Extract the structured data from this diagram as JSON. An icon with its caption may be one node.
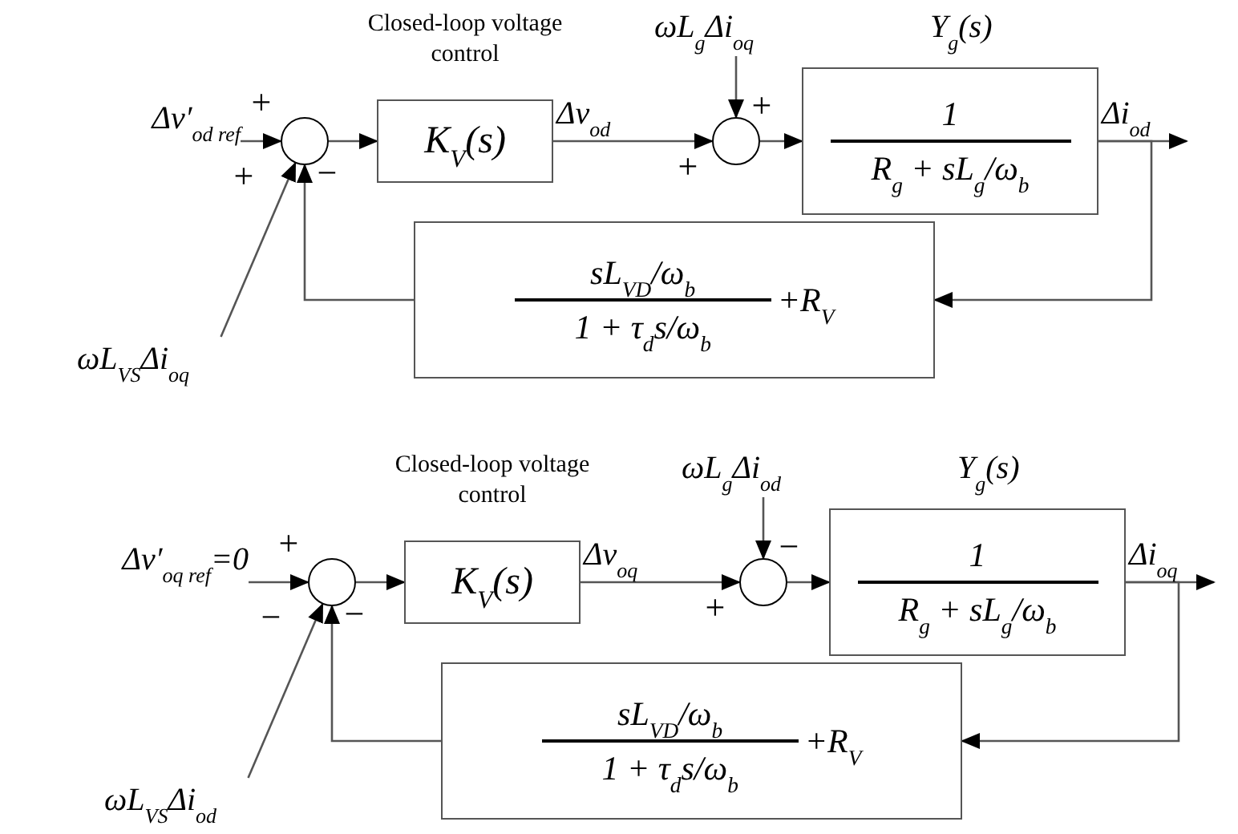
{
  "diagram": {
    "nodes": [
      {
        "text": [
          "Δv′$_{od ref}$"
        ]
      },
      {
        "text": [],
        "shape": "circle"
      },
      {
        "text": [
          "K$_{V}$(s)"
        ],
        "beside": [
          "Closed-loop voltage control"
        ]
      },
      {
        "text": [
          "ωL$_{g}$Δi$_{oq}$"
        ]
      },
      {
        "text": [],
        "shape": "circle"
      },
      {
        "text": [
          "Y$_{g}$(s)",
          "1",
          "R$_{g}$ + sL$_{g}$/ω$_{b}$"
        ]
      },
      {
        "text": [
          "sL$_{VD}$/ω$_{b}$",
          "1 + τ$_{d}$s/ω$_{b}$",
          "+R$_{V}$"
        ]
      },
      {
        "text": [
          "ωL$_{VS}$Δi$_{oq}$"
        ]
      },
      {
        "text": [
          "Δv′$_{oq ref}$=0"
        ]
      },
      {
        "text": [],
        "shape": "circle"
      },
      {
        "text": [
          "K$_{V}$(s)"
        ],
        "beside": [
          "Closed-loop voltage control"
        ]
      },
      {
        "text": [
          "ωL$_{g}$Δi$_{od}$"
        ]
      },
      {
        "text": [],
        "shape": "circle"
      },
      {
        "text": [
          "Y$_{g}$(s)",
          "1",
          "R$_{g}$ + sL$_{g}$/ω$_{b}$"
        ]
      },
      {
        "text": [
          "sL$_{VD}$/ω$_{b}$",
          "1 + τ$_{d}$s/ω$_{b}$",
          "+R$_{V}$"
        ]
      },
      {
        "text": [
          "ωL$_{VS}$Δi$_{od}$"
        ]
      }
    ],
    "edges": [
      {
        "from": 0,
        "to": 1,
        "arrow": "to"
      },
      {
        "from": 7,
        "to": 1,
        "arrow": "to"
      },
      {
        "from": 6,
        "to": 1,
        "arrow": "to"
      },
      {
        "from": 1,
        "to": 2,
        "arrow": "to"
      },
      {
        "from": 2,
        "to": 4,
        "arrow": "to",
        "label": "Δv$_{od}$"
      },
      {
        "from": 3,
        "to": 4,
        "arrow": "to"
      },
      {
        "from": 4,
        "to": 5,
        "arrow": "to"
      },
      {
        "from": 5,
        "to": null,
        "arrow": "to",
        "label": "Δi$_{od}$"
      },
      {
        "from": 5,
        "to": 6,
        "arrow": "to"
      },
      {
        "from": 8,
        "to": 9,
        "arrow": "to"
      },
      {
        "from": 15,
        "to": 9,
        "arrow": "to"
      },
      {
        "from": 14,
        "to": 9,
        "arrow": "to"
      },
      {
        "from": 9,
        "to": 10,
        "arrow": "to"
      },
      {
        "from": 10,
        "to": 12,
        "arrow": "to",
        "label": "Δv$_{oq}$"
      },
      {
        "from": 11,
        "to": 12,
        "arrow": "to"
      },
      {
        "from": 12,
        "to": 13,
        "arrow": "to"
      },
      {
        "from": 13,
        "to": null,
        "arrow": "to",
        "label": "Δi$_{oq}$"
      },
      {
        "from": 13,
        "to": 14,
        "arrow": "to"
      }
    ],
    "labels": [
      "+",
      "+",
      "−",
      "+",
      "+",
      "+",
      "−",
      "−",
      "−",
      "+"
    ]
  }
}
